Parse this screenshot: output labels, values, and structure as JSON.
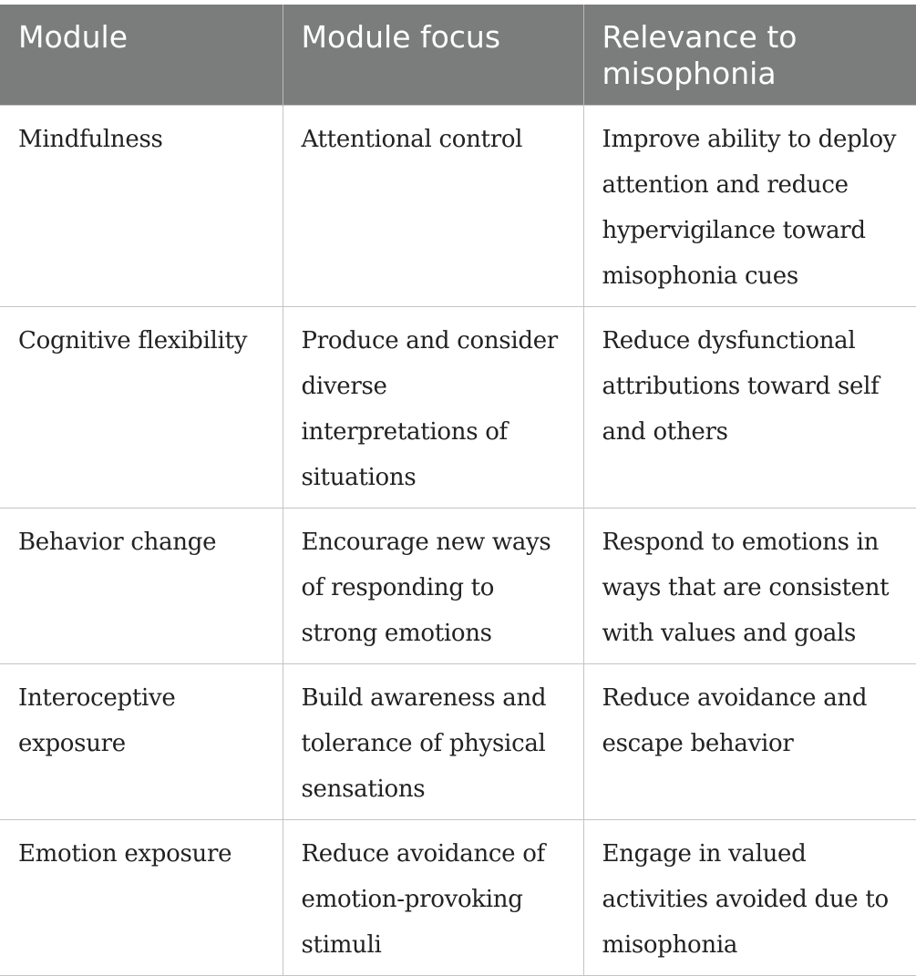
{
  "table": {
    "headers": [
      "Module",
      "Module focus",
      "Relevance to misophonia"
    ],
    "rows": [
      {
        "module": "Mindfulness",
        "focus": "Attentional control",
        "relevance": "Improve ability to deploy attention and reduce hypervigilance toward misophonia cues"
      },
      {
        "module": "Cognitive flexibility",
        "focus": "Produce and consider diverse interpretations of situations",
        "relevance": "Reduce dysfunctional attributions toward self and others"
      },
      {
        "module": "Behavior change",
        "focus": "Encourage new ways of responding to strong emotions",
        "relevance": "Respond to emotions in ways that are consistent with values and goals"
      },
      {
        "module": "Interoceptive exposure",
        "focus": "Build awareness and tolerance of physical sensations",
        "relevance": "Reduce avoidance and escape behavior"
      },
      {
        "module": "Emotion exposure",
        "focus": "Reduce avoidance of emotion-provoking stimuli",
        "relevance": "Engage in valued activities avoided due to misophonia"
      }
    ]
  },
  "colors": {
    "header_bg": "#7b7d7c",
    "header_text": "#ffffff",
    "body_text": "#222222",
    "grid": "#c4c4c4"
  }
}
